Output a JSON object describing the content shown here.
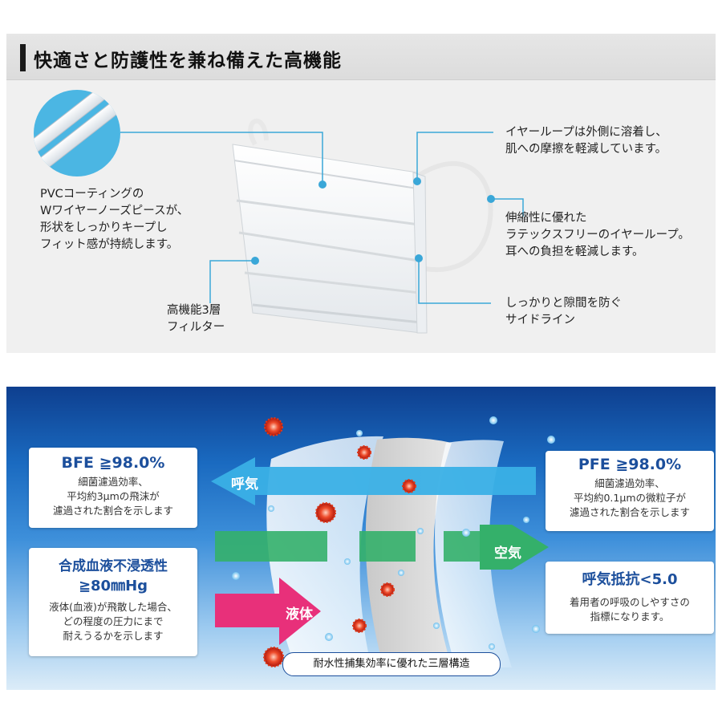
{
  "header": {
    "title": "快適さと防護性を兼ね備えた高機能"
  },
  "callouts": {
    "nose_piece": "PVCコーティングの\nWワイヤーノーズピースが、\n形状をしっかりキープし\nフィット感が持続します。",
    "filter": "高機能3層\nフィルター",
    "ear_weld": "イヤーループは外側に溶着し、\n肌への摩擦を軽減しています。",
    "ear_loop": "伸縮性に優れた\nラテックスフリーのイヤーループ。\n耳への負担を軽減します。",
    "side_line": "しっかりと隙間を防ぐ\nサイドライン"
  },
  "panels": {
    "bfe": {
      "title": "BFE ≧98.0%",
      "desc": "細菌濾過効率、\n平均約3μmの飛沫が\n濾過された割合を示します"
    },
    "blood": {
      "title_line1": "合成血液不浸透性",
      "title_line2": "≧80㎜Hg",
      "desc": "液体(血液)が飛散した場合、\nどの程度の圧力にまで\n耐えうるかを示します"
    },
    "pfe": {
      "title": "PFE ≧98.0%",
      "desc": "細菌濾過効率、\n平均約0.1μmの微粒子が\n濾過された割合を示します"
    },
    "resistance": {
      "title": "呼気抵抗<5.0",
      "desc": "着用者の呼吸のしやすさの\n指標になります。"
    }
  },
  "arrows": {
    "exhale": "呼気",
    "air": "空気",
    "liquid": "液体"
  },
  "caption": "耐水性捕集効率に優れた三層構造",
  "colors": {
    "accent_blue": "#1c4f9c",
    "callout_line": "#3aa7d8",
    "exhale_arrow": "#3ab0e6",
    "air_arrow": "#34b06a",
    "liquid_arrow": "#e8307a"
  }
}
